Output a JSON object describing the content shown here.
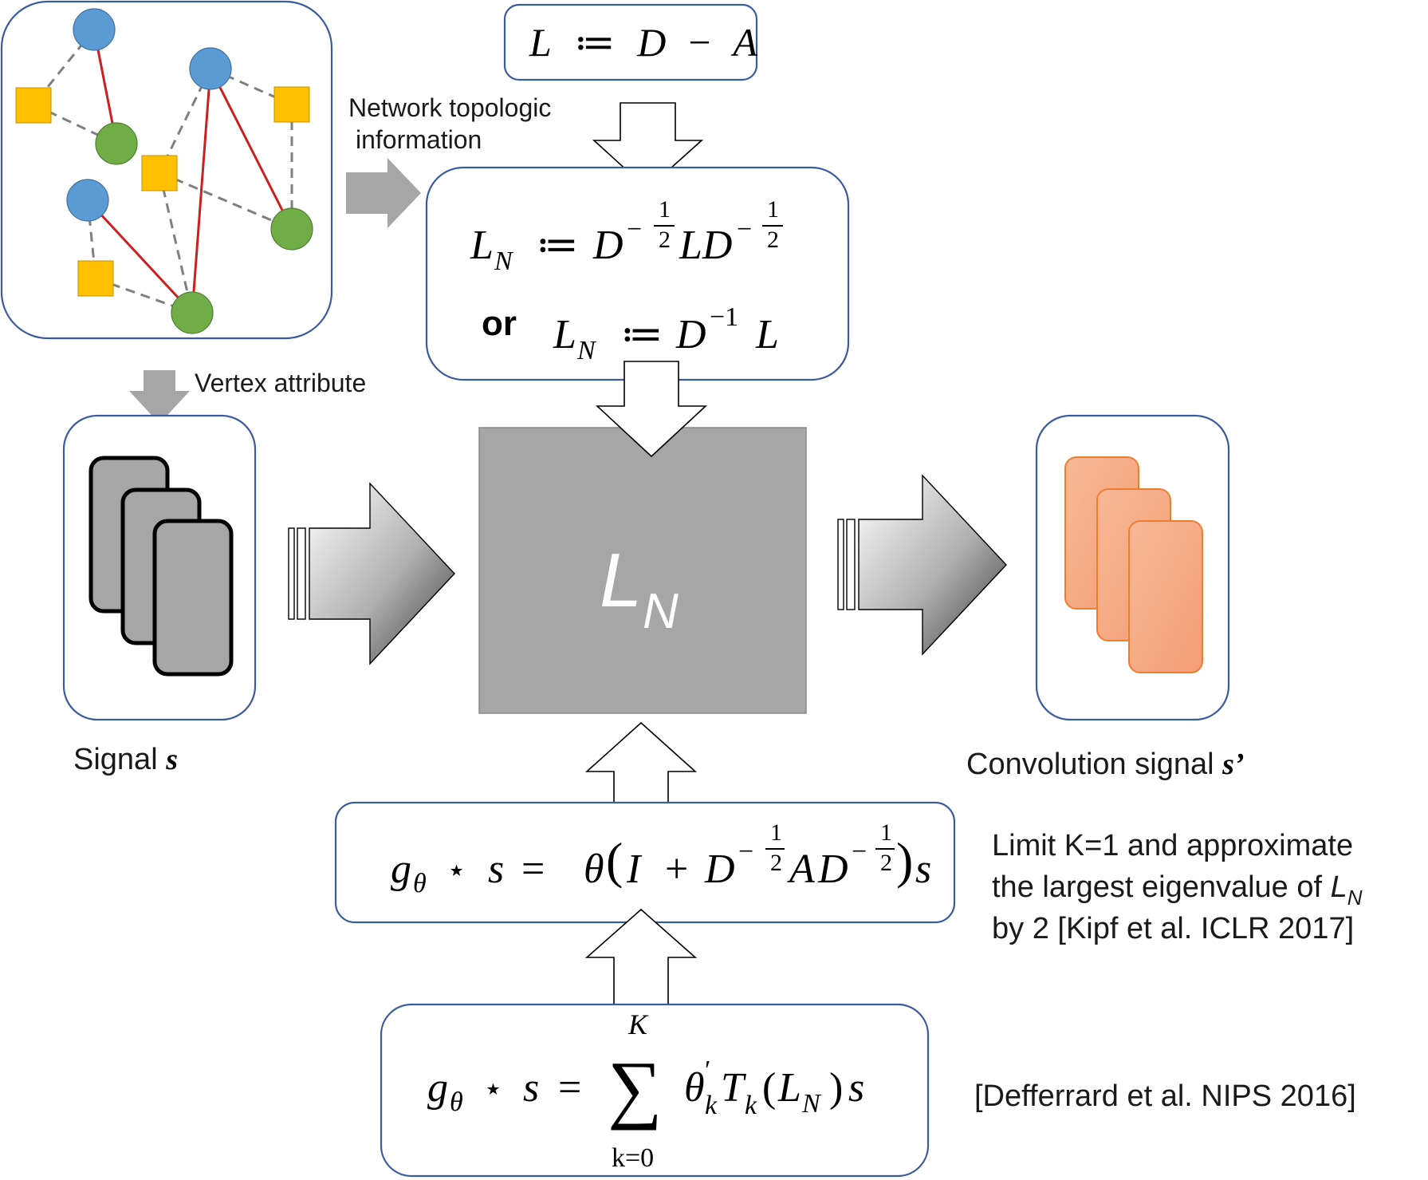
{
  "labels": {
    "network_topologic_line1": "Network topologic",
    "network_topologic_line2": "information",
    "vertex_attribute": "Vertex attribute",
    "signal_text": "Signal ",
    "signal_symbol": "s",
    "convolution_text": "Convolution signal ",
    "convolution_symbol": "s’",
    "center_symbol": "L",
    "center_subscript": "N",
    "or_word": "or",
    "limit_note_line1": "Limit K=1 and approximate",
    "limit_note_line2": "the largest eigenvalue of ",
    "limit_note_line2_symbol": "L",
    "limit_note_line2_sub": "N",
    "limit_note_line3": "by 2 [Kipf et al. ICLR 2017]",
    "defferrard_note": "[Defferrard et al. NIPS 2016]"
  },
  "formulas": {
    "laplacian": {
      "L": "L",
      "def": "≔",
      "D": "D",
      "minus": "−",
      "A": "A"
    },
    "normalized1": {
      "L": "L",
      "N": "N",
      "def": "≔",
      "D": "D",
      "exp_minus": "−",
      "half_num": "1",
      "half_den": "2",
      "mid": "LD"
    },
    "normalized2": {
      "L": "L",
      "N": "N",
      "def": "≔",
      "D": "D",
      "exp": "−1",
      "tail": "L"
    },
    "kipf": {
      "g": "g",
      "theta": "θ",
      "star": "⋆",
      "s": "s",
      "eq": "=",
      "coef": "θ",
      "lp": "(",
      "I": "I",
      "plus": "+",
      "D": "D",
      "exp_minus": "−",
      "half_num": "1",
      "half_den": "2",
      "A": "A",
      "rp": ")",
      "tail": "s"
    },
    "chebyshev": {
      "g": "g",
      "theta": "θ",
      "star": "⋆",
      "s": "s",
      "eq": "=",
      "sum": "∑",
      "upper": "K",
      "lower": "k=0",
      "coef": "θ",
      "prime": "′",
      "k": "k",
      "T": "T",
      "lp": "(",
      "L": "L",
      "N": "N",
      "rp": ")",
      "tail": "s"
    }
  },
  "colors": {
    "box_border": "#3b5aa0",
    "node_blue": "#5b9bd5",
    "node_green": "#70ad47",
    "node_square": "#ffc000",
    "edge_red": "#cc1f1f",
    "edge_dashed": "#7f7f7f",
    "signal_card": "#a6a6a6",
    "conv_card": "#f4a582",
    "center_square": "#a6a6a6"
  }
}
